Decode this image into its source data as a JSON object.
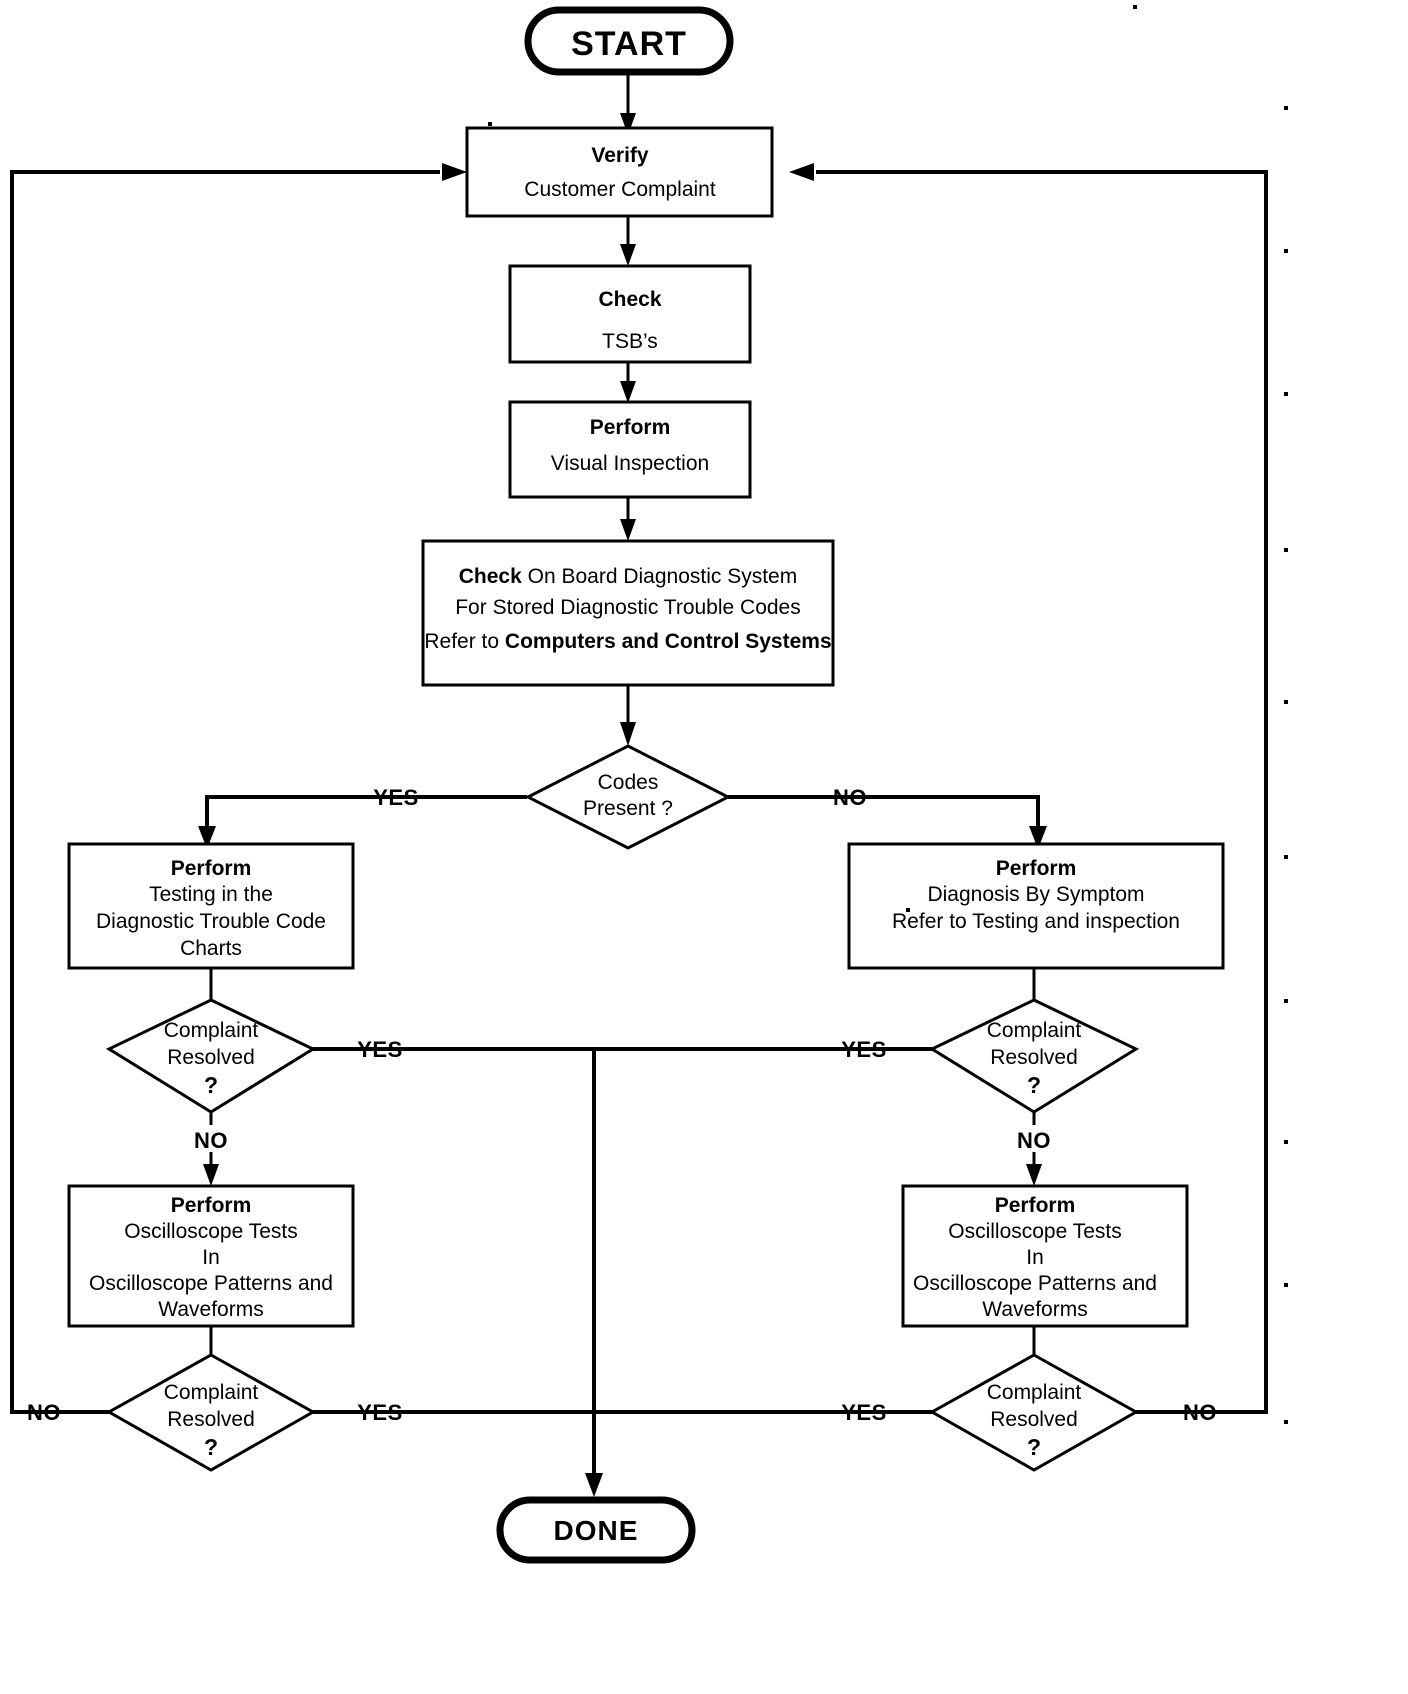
{
  "diagram": {
    "title": "Automotive Diagnostic Troubleshooting Flowchart",
    "type": "flowchart",
    "colors": {
      "stroke": "#000000",
      "fill": "#ffffff",
      "text": "#000000"
    }
  },
  "nodes": {
    "start": {
      "shape": "terminal",
      "label": "START"
    },
    "done": {
      "shape": "terminal",
      "label": "DONE"
    },
    "verify": {
      "shape": "process",
      "line1": "Verify",
      "line2": "Customer Complaint"
    },
    "check_tsb": {
      "shape": "process",
      "line1": "Check",
      "line2": "TSB’s"
    },
    "visual": {
      "shape": "process",
      "line1": "Perform",
      "line2": "Visual Inspection"
    },
    "obd": {
      "shape": "process",
      "line1_bold": "Check",
      "line1_rest": " On Board Diagnostic System",
      "line2": "For Stored Diagnostic Trouble Codes",
      "line3_pre": "Refer to ",
      "line3_bold": "Computers and Control Systems"
    },
    "codes_present": {
      "shape": "decision",
      "line1": "Codes",
      "line2": "Present ?"
    },
    "left_testing": {
      "shape": "process",
      "line1": "Perform",
      "line2": "Testing in the",
      "line3": "Diagnostic Trouble Code",
      "line4": "Charts"
    },
    "right_symptom": {
      "shape": "process",
      "line1": "Perform",
      "line2": "Diagnosis By Symptom",
      "line3": "Refer to Testing and inspection"
    },
    "left_resolved_1": {
      "shape": "decision",
      "line1": "Complaint",
      "line2": "Resolved",
      "line3": "?"
    },
    "right_resolved_1": {
      "shape": "decision",
      "line1": "Complaint",
      "line2": "Resolved",
      "line3": "?"
    },
    "left_scope": {
      "shape": "process",
      "line1": "Perform",
      "line2": "Oscilloscope Tests",
      "line3": "In",
      "line4": "Oscilloscope Patterns and",
      "line5": "Waveforms"
    },
    "right_scope": {
      "shape": "process",
      "line1": "Perform",
      "line2": "Oscilloscope Tests",
      "line3": "In",
      "line4": "Oscilloscope Patterns and",
      "line5": "Waveforms"
    },
    "left_resolved_2": {
      "shape": "decision",
      "line1": "Complaint",
      "line2": "Resolved",
      "line3": "?"
    },
    "right_resolved_2": {
      "shape": "decision",
      "line1": "Complaint",
      "line2": "Resolved",
      "line3": "?"
    }
  },
  "edge_labels": {
    "codes_yes": "YES",
    "codes_no": "NO",
    "left_res1_yes": "YES",
    "left_res1_no": "NO",
    "right_res1_yes": "YES",
    "right_res1_no": "NO",
    "left_res2_yes": "YES",
    "left_res2_no": "NO",
    "right_res2_yes": "YES",
    "right_res2_no": "NO"
  }
}
